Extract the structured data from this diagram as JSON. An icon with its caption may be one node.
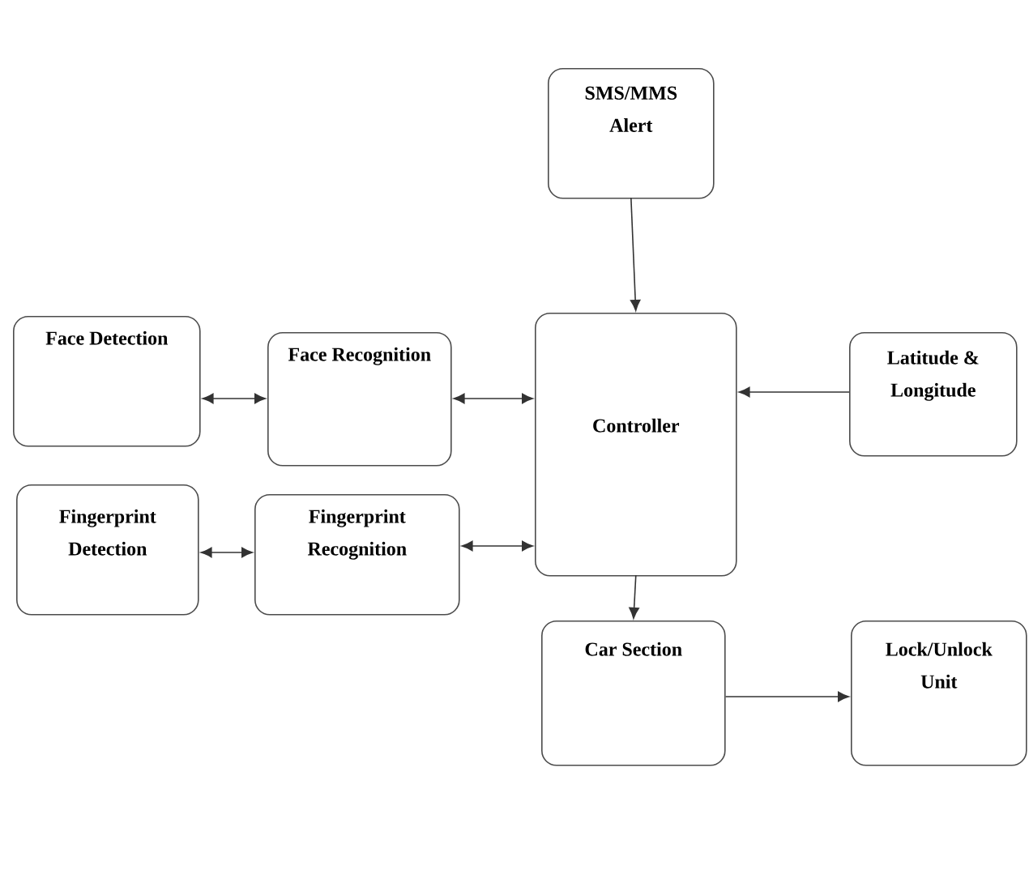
{
  "diagram": {
    "nodes": [
      {
        "text": [
          "SMS/MMS Alert"
        ]
      },
      {
        "text": [
          "Face Detection"
        ]
      },
      {
        "text": [
          "Face Recognition"
        ]
      },
      {
        "text": [
          "Controller"
        ]
      },
      {
        "text": [
          "Latitude & Longitude"
        ]
      },
      {
        "text": [
          "Fingerprint Detection"
        ]
      },
      {
        "text": [
          "Fingerprint Recognition"
        ]
      },
      {
        "text": [
          "Car Section"
        ]
      },
      {
        "text": [
          "Lock/Unlock Unit"
        ]
      }
    ],
    "edges": [
      {
        "from": 0,
        "to": 3,
        "arrow": "to"
      },
      {
        "from": 1,
        "to": 2,
        "arrow": "both"
      },
      {
        "from": 2,
        "to": 3,
        "arrow": "both"
      },
      {
        "from": 4,
        "to": 3,
        "arrow": "to"
      },
      {
        "from": 5,
        "to": 6,
        "arrow": "both"
      },
      {
        "from": 6,
        "to": 3,
        "arrow": "both"
      },
      {
        "from": 3,
        "to": 7,
        "arrow": "to"
      },
      {
        "from": 7,
        "to": 8,
        "arrow": "to"
      }
    ]
  }
}
